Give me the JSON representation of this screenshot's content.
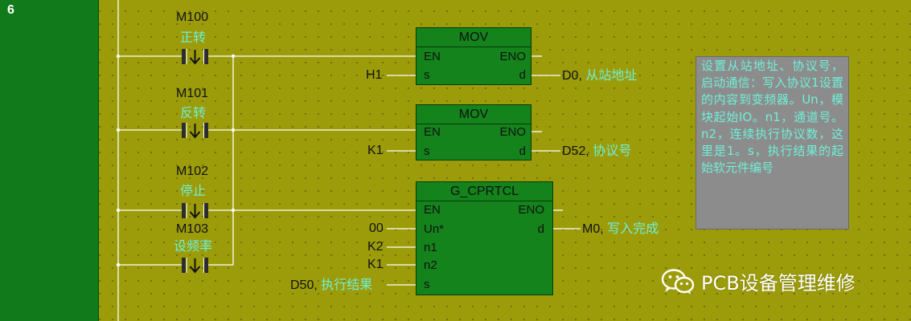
{
  "step": {
    "number": "6"
  },
  "contacts": [
    {
      "device": "M100",
      "comment": "正转"
    },
    {
      "device": "M101",
      "comment": "反转"
    },
    {
      "device": "M102",
      "comment": "停止"
    },
    {
      "device": "M103",
      "comment": "设频率"
    }
  ],
  "blocks": [
    {
      "name": "MOV",
      "pins": {
        "en": "EN",
        "eno": "ENO",
        "s": "s",
        "d": "d"
      },
      "inputs": {
        "s": "H1"
      },
      "output": {
        "device": "D0",
        "comment": "从站地址"
      }
    },
    {
      "name": "MOV",
      "pins": {
        "en": "EN",
        "eno": "ENO",
        "s": "s",
        "d": "d"
      },
      "inputs": {
        "s": "K1"
      },
      "output": {
        "device": "D52",
        "comment": "协议号"
      }
    },
    {
      "name": "G_CPRTCL",
      "pins": {
        "en": "EN",
        "eno": "ENO",
        "un": "Un*",
        "d": "d",
        "n1": "n1",
        "n2": "n2",
        "s": "s"
      },
      "inputs": {
        "un": "00",
        "n1": "K2",
        "n2": "K1",
        "s_device": "D50",
        "s_comment": "执行结果"
      },
      "output": {
        "device": "M0",
        "comment": "写入完成"
      }
    }
  ],
  "note": {
    "text": "设置从站地址、协议号，启动通信：写入协议1设置的内容到变频器。Un，模块起始IO。n1，通道号。n2，连续执行协议数，这里是1。s，执行结果的起始软元件编号"
  },
  "watermark": {
    "text": "PCB设备管理维修",
    "icon": "wechat-icon"
  },
  "colors": {
    "background": "#9c9c0a",
    "step_panel": "#117a1a",
    "function_block": "#14831c",
    "comment_text": "#6ff0d8",
    "note_box": "#8c8c8c"
  }
}
